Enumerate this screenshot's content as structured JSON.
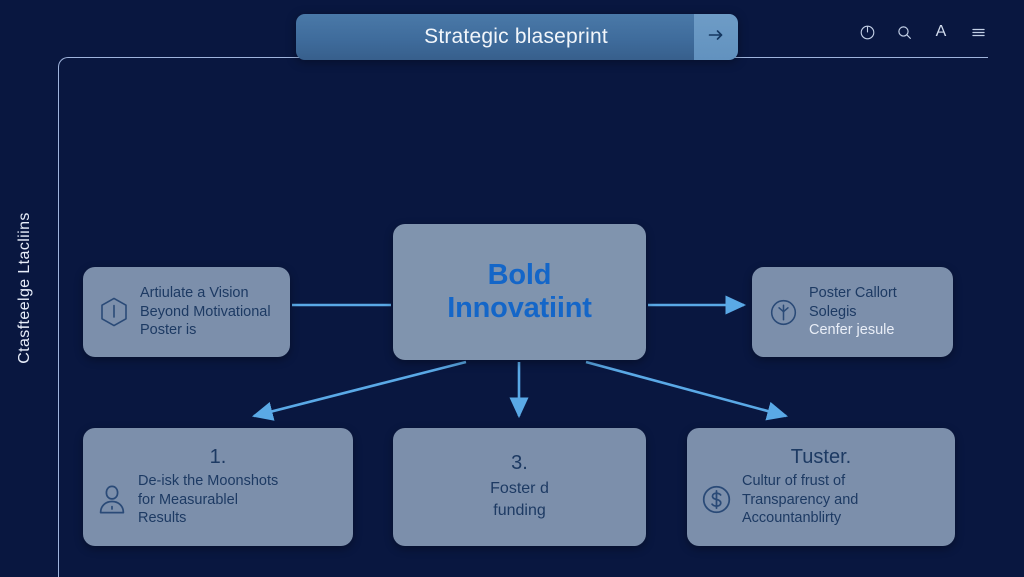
{
  "theme": {
    "background": "#091740",
    "card_fill": "#7c8fab",
    "accent_blue": "#5aa9e6",
    "hub_text": "#1466c8",
    "node_text": "#1d3a63",
    "header_fill": "#3f6c9c"
  },
  "header": {
    "title": "Strategic blaseprint",
    "next_icon": "arrow-right-icon",
    "toolbar": [
      {
        "name": "power-icon",
        "glyph": "⏻"
      },
      {
        "name": "search-icon",
        "glyph": "⌕"
      },
      {
        "name": "text-size-icon",
        "glyph": "A"
      },
      {
        "name": "menu-icon",
        "glyph": "≡"
      }
    ]
  },
  "side_label": "Ctasfteelge Ltacliins",
  "diagram": {
    "hub": {
      "title_line1": "Bold",
      "title_line2": "Innovatiint"
    },
    "left_node": {
      "icon": "hexagon-badge-icon",
      "lines": [
        "Artiulate a Vision",
        "Beyond Motivational",
        "Poster is"
      ]
    },
    "right_node": {
      "icon": "circle-stem-icon",
      "lines": [
        "Poster Callort",
        "Solegis"
      ],
      "muted_line": "Cenfer jesule"
    },
    "bottom_nodes": [
      {
        "number": "1.",
        "icon": "user-icon",
        "lines": [
          "De-isk the Moonshots",
          "for Measurablel",
          "Results"
        ]
      },
      {
        "number": "3.",
        "icon": null,
        "lines": [
          "Foster d",
          "funding"
        ]
      },
      {
        "number": "Tuster.",
        "icon": "dollar-circle-icon",
        "lines": [
          "Cultur of frust of",
          "Transparency and",
          "Accountanblirty"
        ]
      }
    ]
  }
}
